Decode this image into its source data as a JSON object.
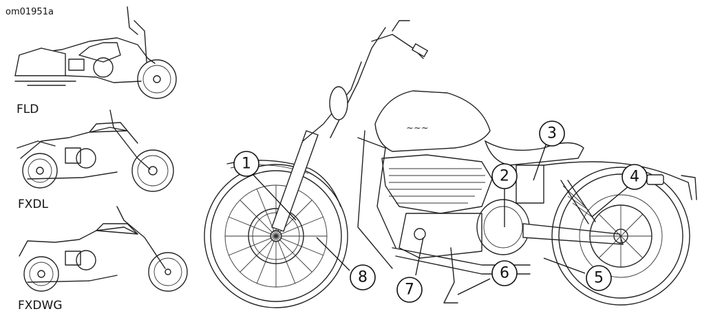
{
  "figure_ref": "om01951a",
  "models": [
    {
      "name": "FLD"
    },
    {
      "name": "FXDL"
    },
    {
      "name": "FXDWG"
    }
  ],
  "callouts": [
    {
      "number": "1"
    },
    {
      "number": "2"
    },
    {
      "number": "3"
    },
    {
      "number": "4"
    },
    {
      "number": "5"
    },
    {
      "number": "6"
    },
    {
      "number": "7"
    },
    {
      "number": "8"
    }
  ]
}
